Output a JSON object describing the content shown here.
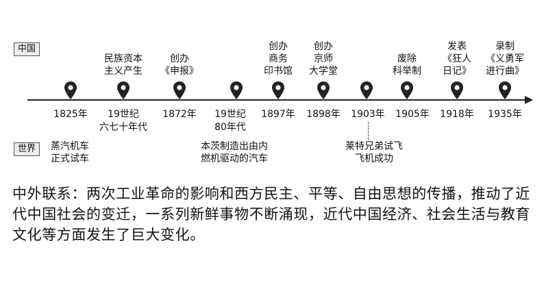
{
  "labels": {
    "china": "中国",
    "world": "世界"
  },
  "years": [
    "1825年",
    "19世纪\n六七十年代",
    "1872年",
    "19世纪\n80年代",
    "1897年",
    "1898年",
    "1903年",
    "1905年",
    "1918年",
    "1935年"
  ],
  "china_events": [
    "民族资本\n主义产生",
    "创办\n《申报》",
    "创办\n商务\n印书馆",
    "创办\n京师\n大学堂",
    "废除\n科举制",
    "发表\n《狂人\n日记》",
    "录制\n《义勇军\n进行曲》"
  ],
  "world_events": [
    "蒸汽机车\n正式试车",
    "本茨制造出由内\n燃机驱动的汽车",
    "莱特兄弟试飞\n飞机成功"
  ],
  "summary": "中外联系：两次工业革命的影响和西方民主、平等、自由思想的传播，推动了近代中国社会的变迁，一系列新鲜事物不断涌现，近代中国经济、社会生活与教育文化等方面发生了巨大变化。"
}
